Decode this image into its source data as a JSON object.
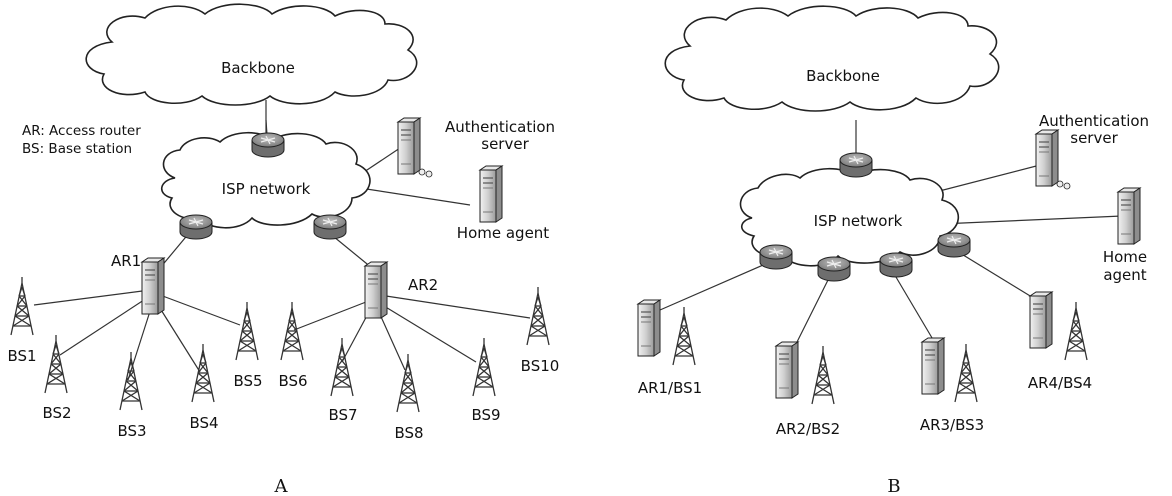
{
  "panel_a": {
    "caption": "A",
    "backbone": "Backbone",
    "legend": [
      "AR: Access router",
      "BS: Base station"
    ],
    "isp": "ISP network",
    "auth": [
      "Authentication",
      "server"
    ],
    "home": "Home agent",
    "ar1": "AR1",
    "ar2": "AR2",
    "bs": [
      "BS1",
      "BS2",
      "BS3",
      "BS4",
      "BS5",
      "BS6",
      "BS7",
      "BS8",
      "BS9",
      "BS10"
    ]
  },
  "panel_b": {
    "caption": "B",
    "backbone": "Backbone",
    "isp": "ISP network",
    "auth": [
      "Authentication",
      "server"
    ],
    "home": [
      "Home",
      "agent"
    ],
    "nodes": [
      "AR1/BS1",
      "AR2/BS2",
      "AR3/BS3",
      "AR4/BS4"
    ]
  },
  "colors": {
    "router": "#8a8a8a",
    "server": "#d9d9d9",
    "line": "#333333"
  }
}
